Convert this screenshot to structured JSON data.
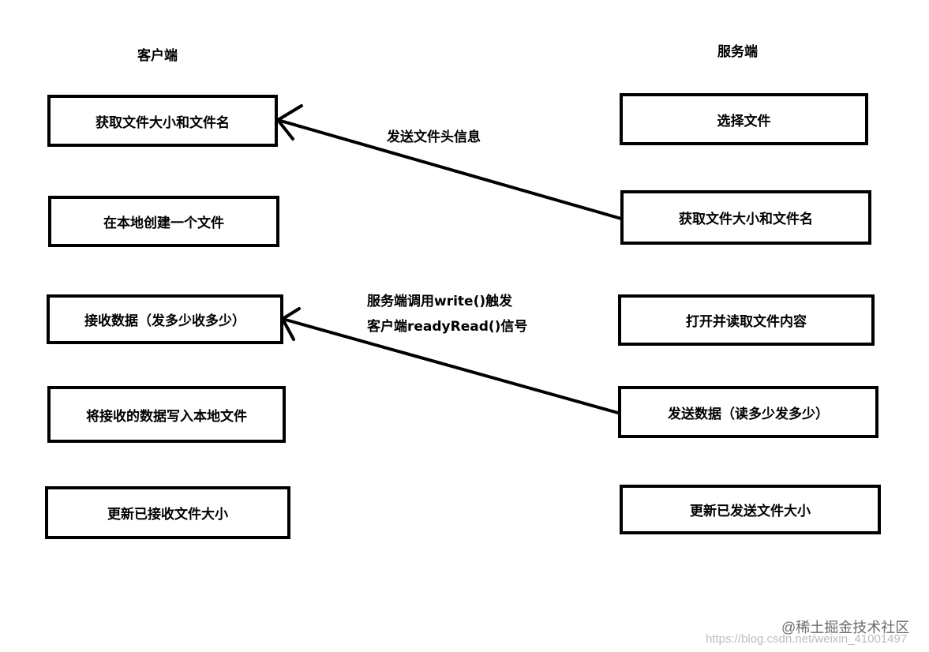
{
  "client": {
    "heading": "客户端",
    "steps": [
      "获取文件大小和文件名",
      "在本地创建一个文件",
      "接收数据（发多少收多少）",
      "将接收的数据写入本地文件",
      "更新已接收文件大小"
    ]
  },
  "server": {
    "heading": "服务端",
    "steps": [
      "选择文件",
      "获取文件大小和文件名",
      "打开并读取文件内容",
      "发送数据（读多少发多少）",
      "更新已发送文件大小"
    ]
  },
  "arrows": [
    {
      "label_lines": [
        "发送文件头信息"
      ]
    },
    {
      "label_lines": [
        "服务端调用write()触发",
        "客户端readyRead()信号"
      ]
    }
  ],
  "watermark": {
    "line1": "@稀土掘金技术社区",
    "line2": "https://blog.csdn.net/weixin_41001497"
  }
}
